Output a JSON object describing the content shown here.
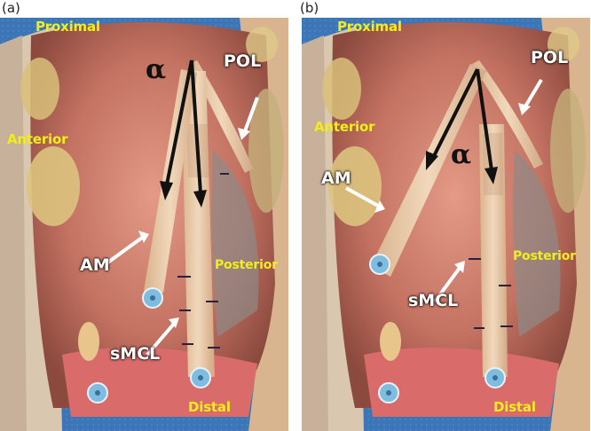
{
  "panels": [
    {
      "letter": "(a)",
      "labels": {
        "proximal": "Proximal",
        "anterior": "Anterior",
        "posterior": "Posterior",
        "distal": "Distal",
        "am": "AM",
        "smcl": "sMCL",
        "pol": "POL",
        "alpha": "α"
      }
    },
    {
      "letter": "(b)",
      "labels": {
        "proximal": "Proximal",
        "anterior": "Anterior",
        "posterior": "Posterior",
        "distal": "Distal",
        "am": "AM",
        "smcl": "sMCL",
        "pol": "POL",
        "alpha": "α"
      }
    }
  ],
  "colors": {
    "drape": "#3f78b8",
    "tissue": "#c97a68",
    "fat": "#d8c07a",
    "graft": "#e7c9a8",
    "label_yellow": "#f2ee1a",
    "screw": "#7fbde0"
  }
}
